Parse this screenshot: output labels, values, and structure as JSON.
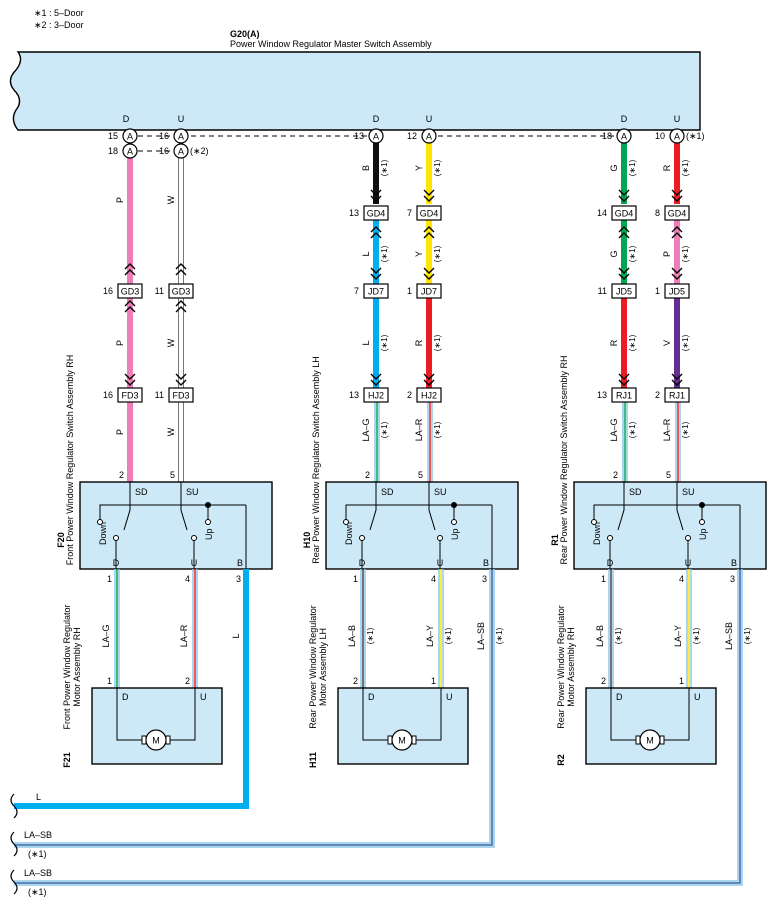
{
  "notes": [
    "∗1 : 5–Door",
    "∗2 : 3–Door"
  ],
  "master": {
    "code": "G20(A)",
    "name": "Power Window Regulator Master Switch Assembly",
    "pin_labels": [
      "D",
      "U",
      "D",
      "U",
      "D",
      "U"
    ],
    "connectors": [
      {
        "pin": "15",
        "letter": "A"
      },
      {
        "pin": "16",
        "letter": "A"
      },
      {
        "pin": "18",
        "letter": "A"
      },
      {
        "pin": "16",
        "letter": "A"
      },
      {
        "pin": "13",
        "letter": "A"
      },
      {
        "pin": "12",
        "letter": "A"
      },
      {
        "pin": "18",
        "letter": "A"
      },
      {
        "pin": "10",
        "letter": "A"
      }
    ],
    "note_1": "(∗1)",
    "note_2": "(∗2)"
  },
  "note_short": "(∗1)",
  "wires": {
    "col1": {
      "upper": "P",
      "mid": "P",
      "lower": "P"
    },
    "col2": {
      "upper": "W",
      "mid": "W",
      "lower": "W"
    },
    "col3": {
      "upper": "B",
      "mid": "L",
      "lower": "L",
      "bottom": "LA–G"
    },
    "col4": {
      "upper": "Y",
      "mid": "Y",
      "lower": "R",
      "bottom": "LA–R"
    },
    "col5": {
      "upper": "G",
      "mid": "G",
      "lower": "R",
      "bottom": "LA–G"
    },
    "col6": {
      "upper": "R",
      "mid": "P",
      "lower": "V",
      "bottom": "LA–R"
    }
  },
  "inline_connectors": {
    "gd4": [
      {
        "pin": "13",
        "name": "GD4"
      },
      {
        "pin": "7",
        "name": "GD4"
      },
      {
        "pin": "14",
        "name": "GD4"
      },
      {
        "pin": "8",
        "name": "GD4"
      }
    ],
    "gd3": [
      {
        "pin": "16",
        "name": "GD3"
      },
      {
        "pin": "11",
        "name": "GD3"
      }
    ],
    "jd7": [
      {
        "pin": "7",
        "name": "JD7"
      },
      {
        "pin": "1",
        "name": "JD7"
      }
    ],
    "jd5": [
      {
        "pin": "11",
        "name": "JD5"
      },
      {
        "pin": "1",
        "name": "JD5"
      }
    ],
    "fd3": [
      {
        "pin": "16",
        "name": "FD3"
      },
      {
        "pin": "11",
        "name": "FD3"
      }
    ],
    "hj2": [
      {
        "pin": "13",
        "name": "HJ2"
      },
      {
        "pin": "2",
        "name": "HJ2"
      }
    ],
    "rj1": [
      {
        "pin": "13",
        "name": "RJ1"
      },
      {
        "pin": "2",
        "name": "RJ1"
      }
    ]
  },
  "switches": [
    {
      "code": "F20",
      "name": "Front Power Window Regulator Switch Assembly RH",
      "top_pins": [
        "2",
        "5"
      ],
      "top_labels": [
        "SD",
        "SU"
      ],
      "bottom_pins": [
        "1",
        "4",
        "3"
      ],
      "bottom_labels": [
        "D",
        "U",
        "B"
      ],
      "down": "Down",
      "up": "Up"
    },
    {
      "code": "H10",
      "name": "Rear Power Window Regulator Switch Assembly LH",
      "top_pins": [
        "2",
        "5"
      ],
      "top_labels": [
        "SD",
        "SU"
      ],
      "bottom_pins": [
        "1",
        "4",
        "3"
      ],
      "bottom_labels": [
        "D",
        "U",
        "B"
      ],
      "down": "Down",
      "up": "Up"
    },
    {
      "code": "R1",
      "name": "Rear Power Window Regulator Switch Assembly RH",
      "top_pins": [
        "2",
        "5"
      ],
      "top_labels": [
        "SD",
        "SU"
      ],
      "bottom_pins": [
        "1",
        "4",
        "3"
      ],
      "bottom_labels": [
        "D",
        "U",
        "B"
      ],
      "down": "Down",
      "up": "Up"
    }
  ],
  "lower_wires": [
    {
      "d": "LA–G",
      "u": "LA–R",
      "b": "L"
    },
    {
      "d": "LA–B",
      "u": "LA–Y",
      "b": "LA–SB"
    },
    {
      "d": "LA–B",
      "u": "LA–Y",
      "b": "LA–SB"
    }
  ],
  "motors": [
    {
      "code": "F21",
      "name_line1": "Front Power Window Regulator",
      "name_line2": "Motor Assembly RH",
      "pins": [
        "1",
        "2"
      ],
      "labels": [
        "D",
        "U"
      ],
      "symbol": "M"
    },
    {
      "code": "H11",
      "name_line1": "Rear Power Window Regulator",
      "name_line2": "Motor Assembly LH",
      "pins": [
        "2",
        "1"
      ],
      "labels": [
        "D",
        "U"
      ],
      "symbol": "M"
    },
    {
      "code": "R2",
      "name_line1": "Rear Power Window Regulator",
      "name_line2": "Motor Assembly RH",
      "pins": [
        "2",
        "1"
      ],
      "labels": [
        "D",
        "U"
      ],
      "symbol": "M"
    }
  ],
  "outputs": [
    {
      "label": "L",
      "note": ""
    },
    {
      "label": "LA–SB",
      "note": "(∗1)"
    },
    {
      "label": "LA–SB",
      "note": "(∗1)"
    }
  ],
  "colors": {
    "box_fill": "#cde9f7",
    "pink": "#ef7eb8",
    "white": "#ffffff",
    "black": "#111111",
    "yellow": "#ffe600",
    "green": "#00a651",
    "red": "#ed1c24",
    "blue": "#00aeef",
    "violet": "#662d91",
    "sky_blue": "#8fc8e8"
  }
}
